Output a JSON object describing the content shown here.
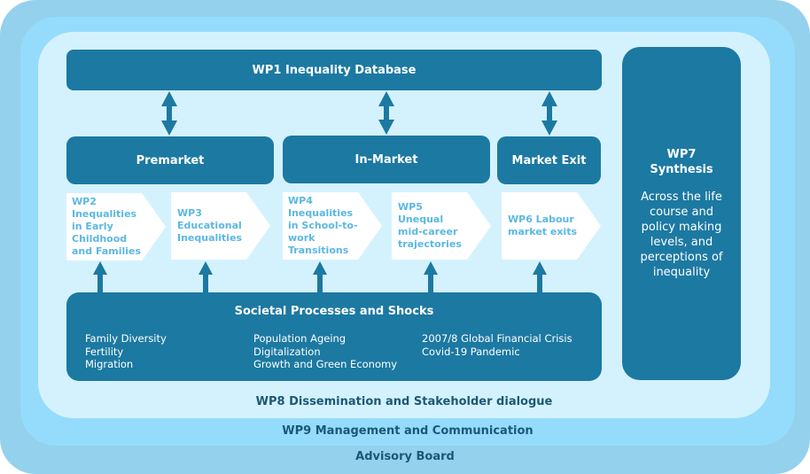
{
  "layers": {
    "advisory": "Advisory Board",
    "management": "WP9 Management and Communication",
    "dissemination": "WP8 Dissemination and Stakeholder dialogue"
  },
  "wp1": "WP1 Inequality Database",
  "stages": {
    "premarket": "Premarket",
    "inmarket": "In-Market",
    "marketexit": "Market Exit"
  },
  "work_packages": [
    {
      "id": "wp2",
      "lines": [
        "WP2",
        "Inequalities",
        "in Early",
        "Childhood",
        "and Families"
      ]
    },
    {
      "id": "wp3",
      "lines": [
        "WP3",
        "Educational",
        "Inequalities"
      ]
    },
    {
      "id": "wp4",
      "lines": [
        "WP4",
        "Inequalities",
        "in School-to-",
        "work",
        "Transitions"
      ]
    },
    {
      "id": "wp5",
      "lines": [
        "WP5",
        "Unequal",
        "mid-career",
        "trajectories"
      ]
    },
    {
      "id": "wp6",
      "lines": [
        "WP6 Labour",
        "market exits"
      ]
    }
  ],
  "wp7": {
    "title_line1": "WP7",
    "title_line2": "Synthesis",
    "description": [
      "Across the life",
      "course and",
      "policy making",
      "levels, and",
      "perceptions of",
      "inequality"
    ]
  },
  "societal": {
    "title": "Societal Processes and Shocks",
    "columns": [
      [
        "Family Diversity",
        "Fertility",
        "Migration"
      ],
      [
        "Population Ageing",
        "Digitalization",
        "Growth and Green Economy"
      ],
      [
        "2007/8 Global Financial Crisis",
        "Covid-19 Pandemic"
      ]
    ]
  },
  "colors": {
    "dark_box": "#1c79a2",
    "wp_text": "#5bb8e2",
    "label_text": "#1b5876",
    "advisory_bg": "#93d1ec",
    "management_bg": "#95dcfc",
    "dissemination_bg": "#d4f2fd"
  }
}
